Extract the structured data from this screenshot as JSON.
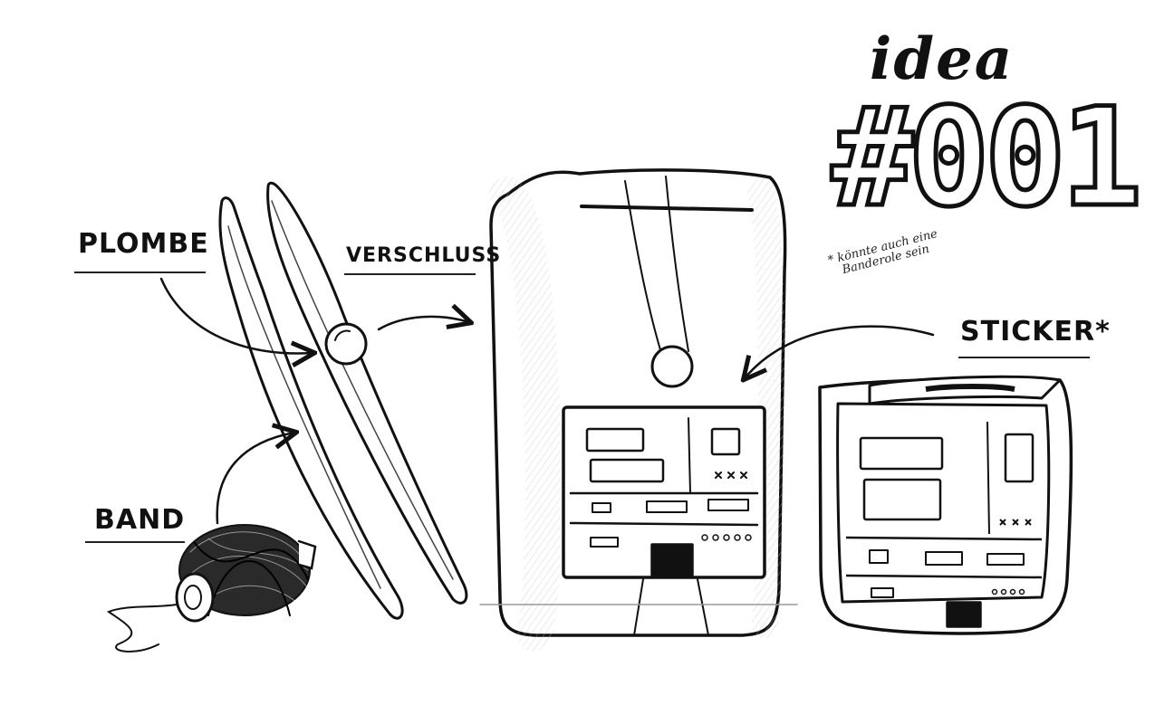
{
  "title": {
    "word": "idea",
    "number": "#001"
  },
  "labels": {
    "plombe": "PLOMBE",
    "verschluss": "VERSCHLUSS",
    "band": "BAND",
    "sticker": "STICKER*"
  },
  "note": "* könnte auch eine Banderole sein",
  "colors": {
    "ink": "#111111",
    "paper": "#ffffff"
  }
}
